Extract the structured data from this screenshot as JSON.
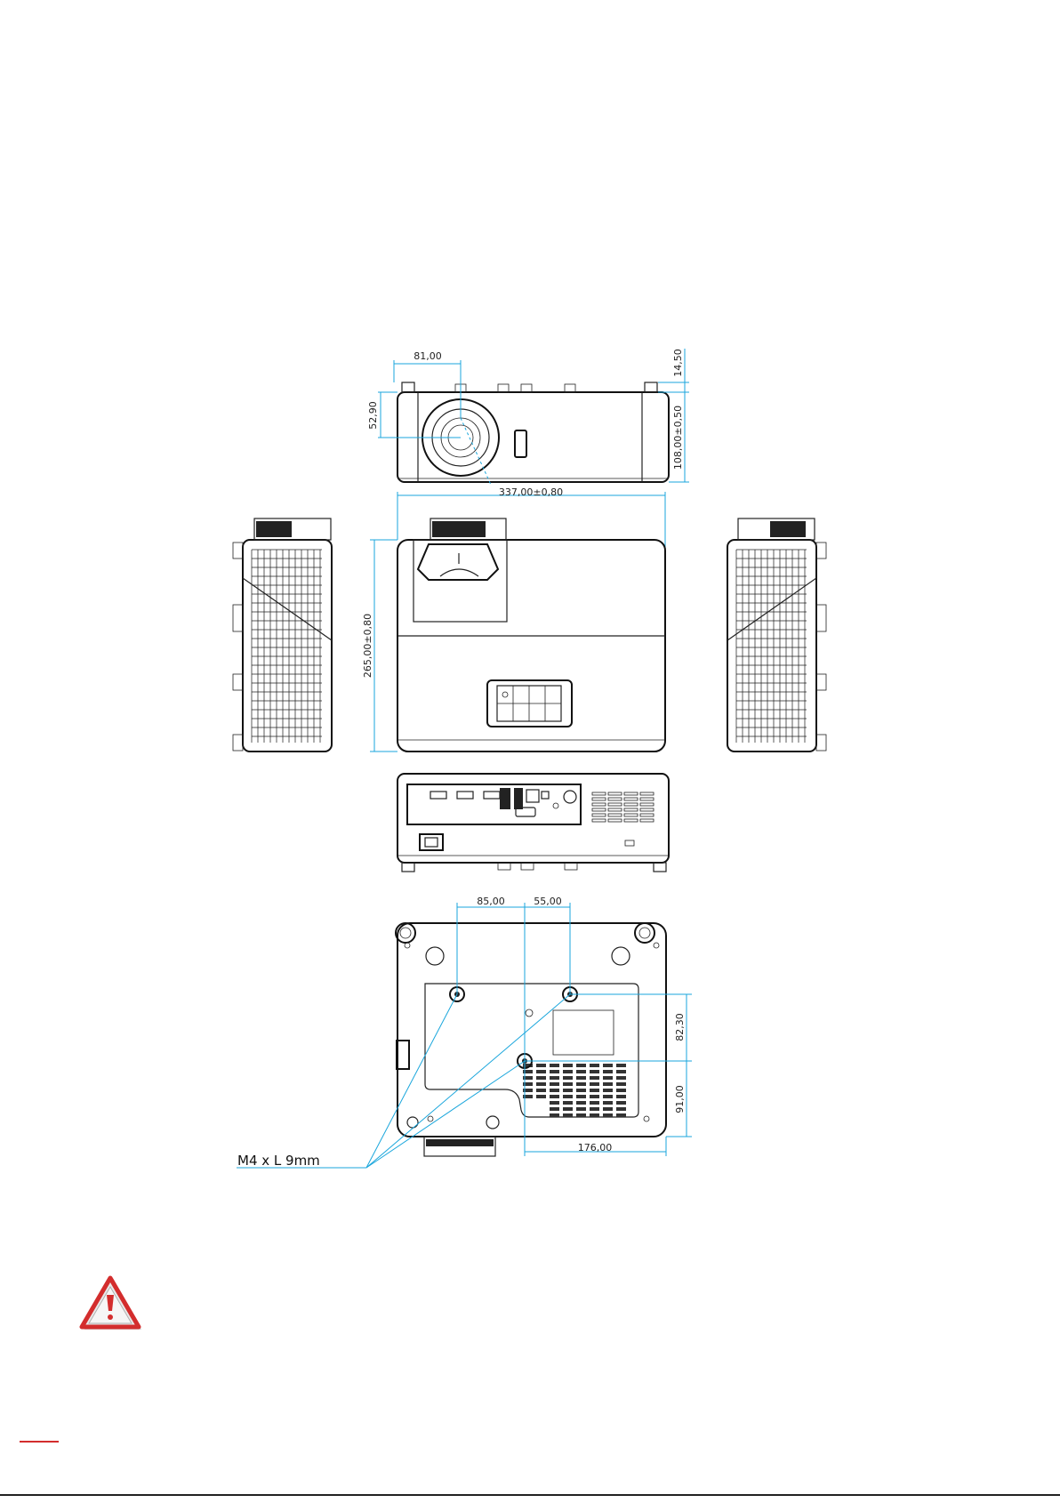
{
  "dimensions": {
    "lens_offset_x": "81,00",
    "lens_offset_y": "52,90",
    "foot_height": "14,50",
    "height": "108,00±0,50",
    "width": "337,00±0,80",
    "depth": "265,00±0,80",
    "mount_85": "85,00",
    "mount_55": "55,00",
    "mount_82": "82,30",
    "mount_91": "91,00",
    "mount_176": "176,00"
  },
  "screw_label": "M4 x L 9mm",
  "colors": {
    "dimension_line": "#19a6dc",
    "outline": "#222222",
    "warning_red": "#d32d2d"
  },
  "icons": {
    "warning": "warning-triangle-icon"
  }
}
